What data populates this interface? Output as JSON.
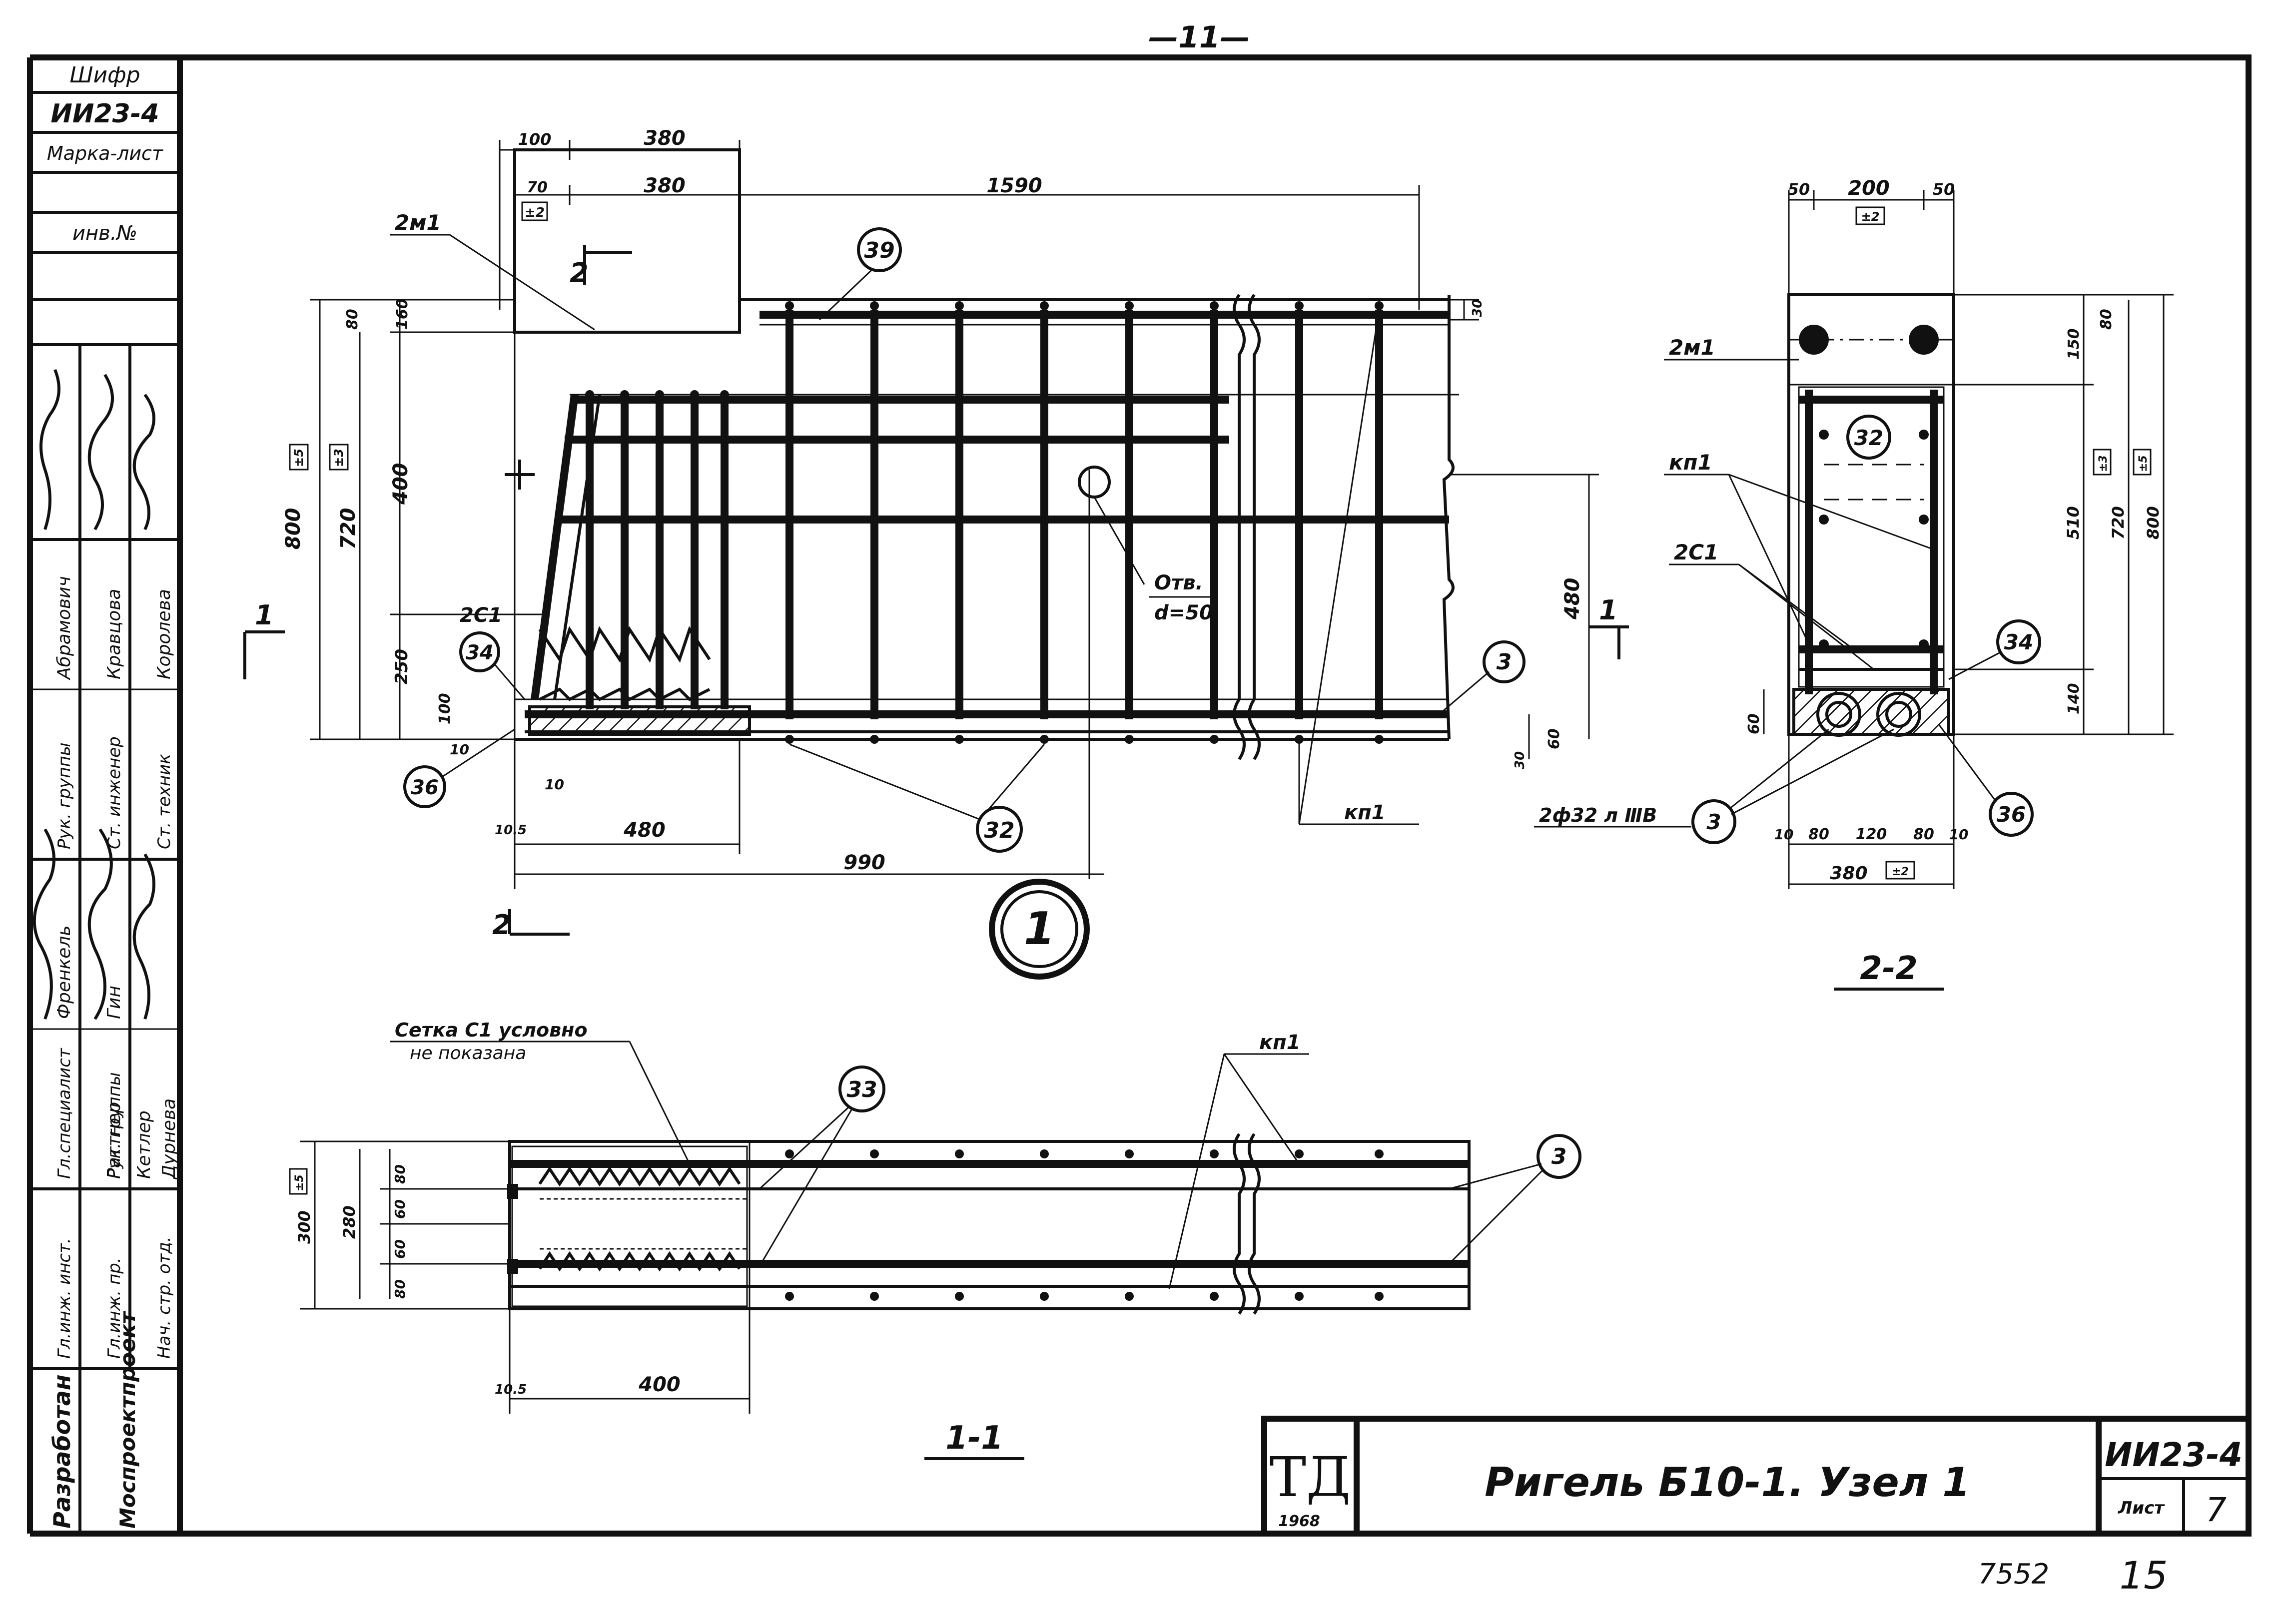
{
  "page_number": "—11—",
  "stamp": {
    "cipher_label": "Шифр",
    "cipher": "ИИ23-4",
    "mark_sheet_label": "Марка-лист",
    "inv_label": "инв.№",
    "developed_by": "Разработан",
    "organization": "Моспроектпроект",
    "roles": [
      "Гл.инж. инст.",
      "Гл.инж. пр.",
      "Нач. стр. отд.",
      "Гл.специалист",
      "Рук. группы",
      "Рук. группы",
      "Ст. инженер",
      "Ст. техник"
    ],
    "names": [
      "Френкель",
      "Гин",
      "Раттнер",
      "Кетлер",
      "Дурнева",
      "Абрамович",
      "Кравцова",
      "Королева"
    ]
  },
  "views": {
    "main_marker": "1",
    "section_1_1": "1-1",
    "section_2_2": "2-2",
    "cut_label_1": "1",
    "cut_label_2": "2"
  },
  "dimensions": {
    "top": [
      "100",
      "380",
      "70",
      "380",
      "1590"
    ],
    "left_vertical": [
      "800",
      "720",
      "400",
      "250",
      "80",
      "160",
      "100",
      "10"
    ],
    "right_vertical": [
      "480",
      "60",
      "30",
      "30"
    ],
    "bottom": [
      "480",
      "990",
      "10",
      "10.5"
    ],
    "section_2_2_top": [
      "50",
      "200",
      "50"
    ],
    "section_2_2_right": [
      "80",
      "150",
      "510",
      "140",
      "720",
      "800"
    ],
    "section_2_2_bottom": [
      "10",
      "80",
      "120",
      "80",
      "10",
      "380",
      "60"
    ],
    "section_1_1_left": [
      "300",
      "280",
      "80",
      "60",
      "60",
      "80"
    ],
    "section_1_1_bottom": [
      "400",
      "10.5"
    ]
  },
  "tolerances": {
    "plus_minus_5": "±5",
    "plus_minus_2": "±2",
    "plus_minus_3": "±3"
  },
  "callouts": {
    "c39": "39",
    "c34": "34",
    "c36": "36",
    "c32": "32",
    "c3": "3",
    "c33": "33",
    "c32_s": "32",
    "c34_s": "34",
    "c3_s": "3",
    "c36_s": "36",
    "c3_b": "3"
  },
  "labels": {
    "embedded_2m1": "2м1",
    "embedded_2m1_b": "2м1",
    "mesh_2c1": "2С1",
    "mesh_2c1_b": "2С1",
    "frame_kp1": "кп1",
    "frame_kp1_b": "кп1",
    "frame_kp1_c": "кп1",
    "hole": "Отв.",
    "hole_dia": "d=50",
    "bars": "2ф32 л ⅢВ",
    "mesh_note_1": "Сетка С1 условно",
    "mesh_note_2": "не показана"
  },
  "title_block": {
    "logo": "ТД",
    "year": "1968",
    "title": "Ригель Б10-1. Узел 1",
    "code": "ИИ23-4",
    "sheet_label": "Лист",
    "sheet": "7"
  },
  "footer": {
    "archive": "7552",
    "page": "15"
  }
}
